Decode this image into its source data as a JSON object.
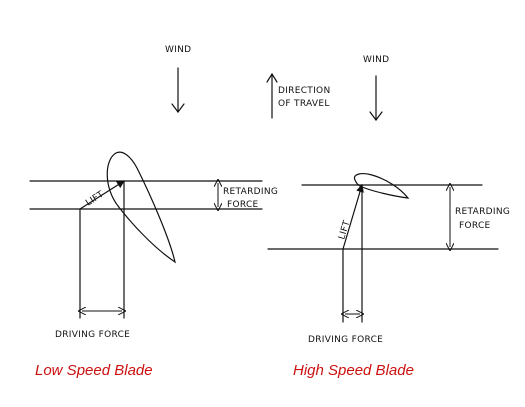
{
  "labels": {
    "wind_left": "WIND",
    "wind_right": "WIND",
    "direction_line1": "DIRECTION",
    "direction_line2": "OF TRAVEL",
    "lift_left": "LIFT",
    "lift_right": "LIFT",
    "retarding_left_line1": "RETARDING",
    "retarding_left_line2": "FORCE",
    "retarding_right_line1": "RETARDING",
    "retarding_right_line2": "FORCE",
    "driving_left": "DRIVING FORCE",
    "driving_right": "DRIVING FORCE"
  },
  "captions": {
    "left": "Low Speed Blade",
    "right": "High Speed Blade"
  },
  "colors": {
    "caption": "#cc1111",
    "ink": "#111111"
  }
}
